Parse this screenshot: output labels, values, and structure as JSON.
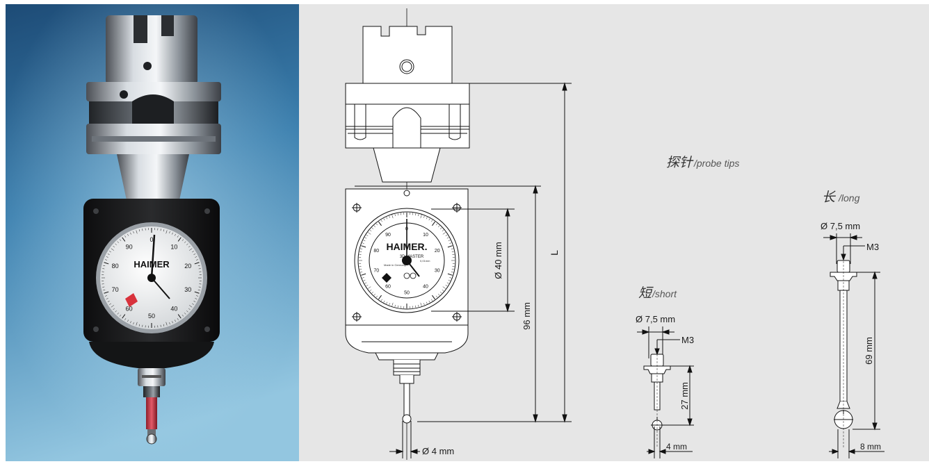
{
  "drawing": {
    "dims": {
      "L": "L",
      "height_96": "96 mm",
      "dial_dia": "Ø 40 mm",
      "tip_dia": "Ø 4 mm"
    },
    "dial": {
      "brand": "HAIMER.",
      "model": "3D MASTER",
      "small_left": "Made in Germany",
      "small_right": "0,01mm",
      "numbers": [
        "0",
        "10",
        "20",
        "30",
        "40",
        "50",
        "60",
        "70",
        "80",
        "90"
      ]
    }
  },
  "probe_tips": {
    "heading_cn": "探针",
    "heading_en": "/probe tips",
    "short": {
      "label_cn": "短",
      "label_en": "/short",
      "stem_dia": "Ø 7,5 mm",
      "thread": "M3",
      "length": "27 mm",
      "ball": "4 mm"
    },
    "long": {
      "label_cn": "长",
      "label_en": "/long",
      "stem_dia": "Ø 7,5 mm",
      "thread": "M3",
      "length": "69 mm",
      "ball": "8 mm"
    }
  },
  "photo": {
    "brand": "HAIMER",
    "numbers": [
      "0",
      "10",
      "20",
      "30",
      "40",
      "50",
      "60",
      "70",
      "80",
      "90"
    ]
  },
  "colors": {
    "photo_bg_top": "#1f4f7a",
    "photo_bg_bottom": "#8fc2de",
    "drawing_bg": "#e6e6e6",
    "line": "#111111",
    "probe_red": "#d23a4a"
  }
}
